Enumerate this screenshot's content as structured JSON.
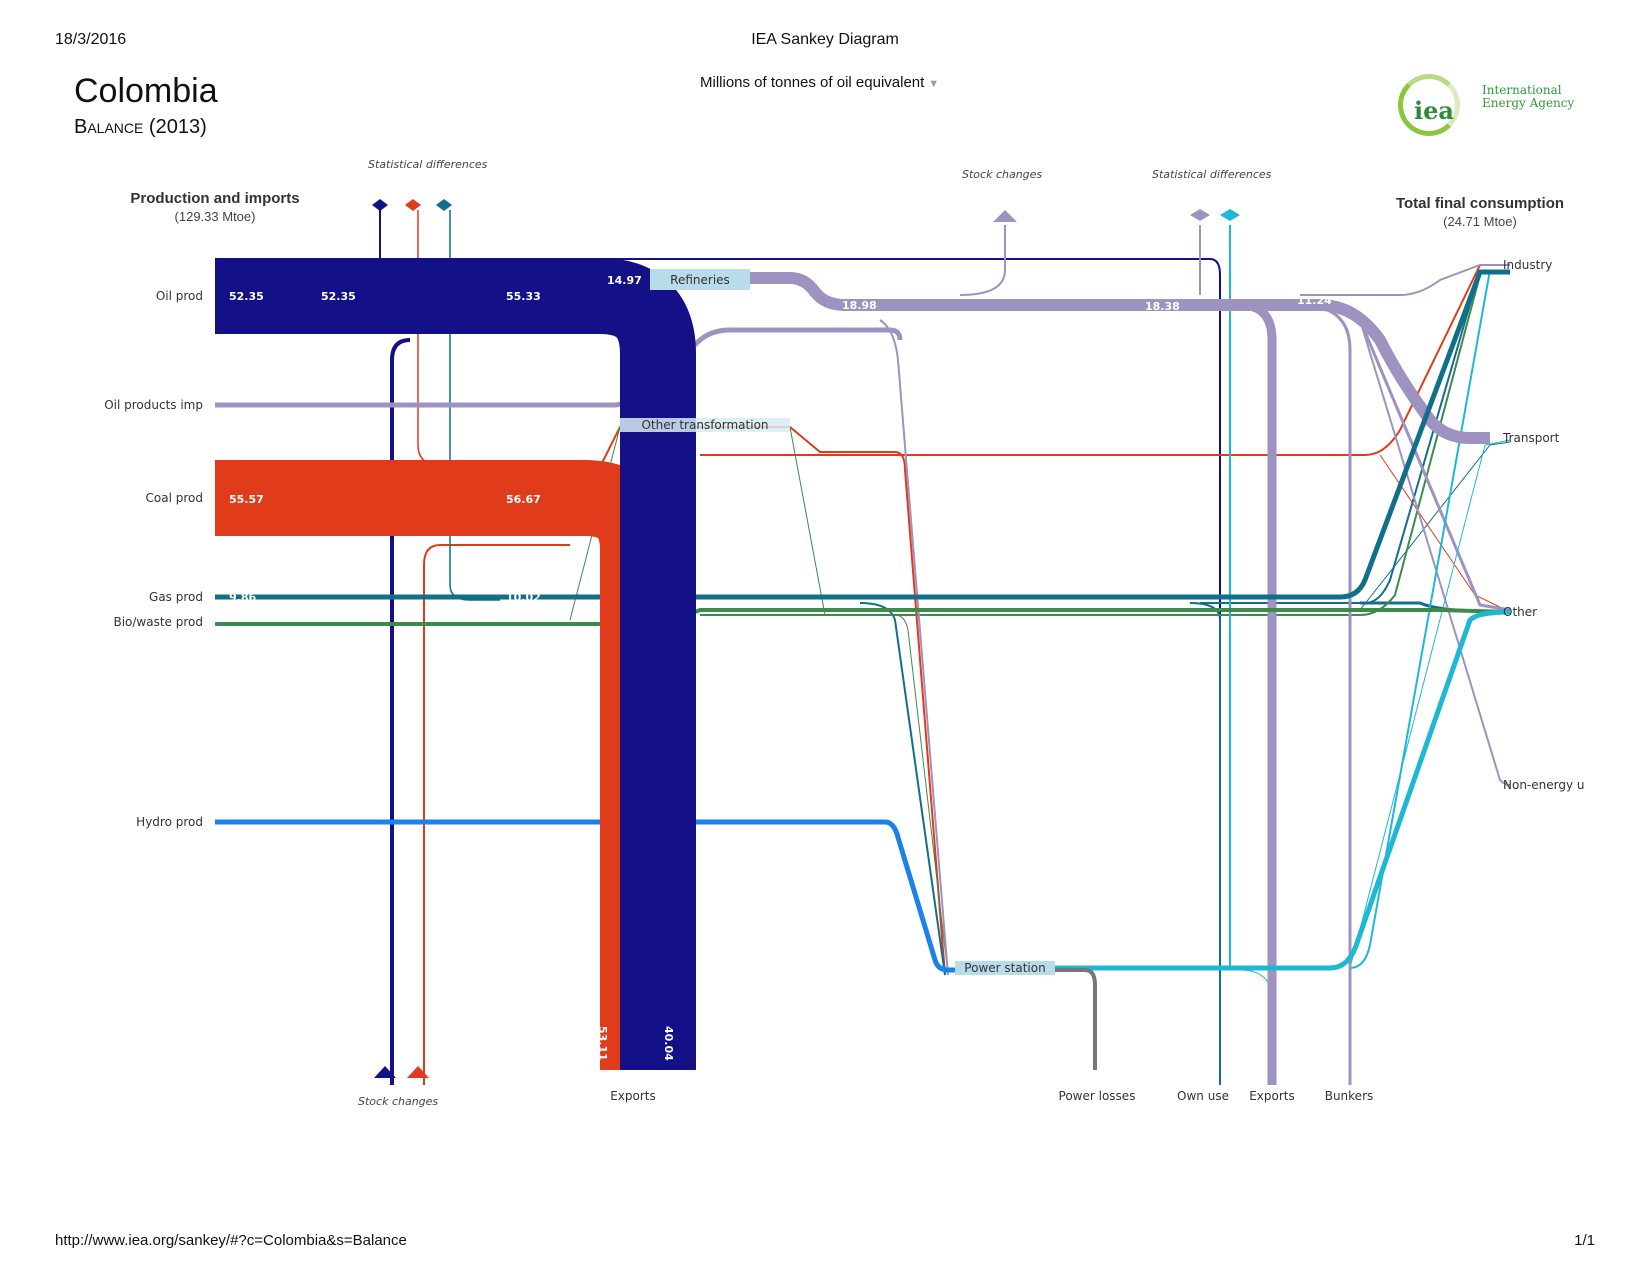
{
  "print_header": {
    "date": "18/3/2016",
    "title": "IEA Sankey Diagram"
  },
  "heading": {
    "country": "Colombia",
    "subtitle": "Balance (2013)"
  },
  "units_selector": {
    "label": "Millions of tonnes of oil equivalent"
  },
  "logo": {
    "mark_text": "iea",
    "agency_line1": "International",
    "agency_line2": "Energy Agency"
  },
  "footer": {
    "url": "http://www.iea.org/sankey/#?c=Colombia&s=Balance",
    "page": "1/1"
  },
  "colors": {
    "oil": "#131088",
    "oil_products": "#9d92c0",
    "coal": "#e03b1a",
    "gas": "#116f8a",
    "biowaste": "#3d8a4a",
    "hydro": "#1a82e8",
    "electricity": "#1fb8d4",
    "losses": "#777777",
    "process_box": "#b8dcea"
  },
  "diagram": {
    "left_group_title": "Production and imports",
    "left_group_total": "(129.33 Mtoe)",
    "right_group_title": "Total final consumption",
    "right_group_total": "(24.71 Mtoe)",
    "sources": {
      "oil_prod": "Oil prod",
      "oil_products_imp": "Oil products imp",
      "coal_prod": "Coal prod",
      "gas_prod": "Gas prod",
      "biowaste_prod": "Bio/waste prod",
      "hydro_prod": "Hydro prod"
    },
    "processes": {
      "refineries": "Refineries",
      "other_transformation": "Other transformation",
      "power_station": "Power station"
    },
    "sinks": {
      "industry": "Industry",
      "transport": "Transport",
      "other": "Other",
      "non_energy": "Non-energy u"
    },
    "bottom_labels": {
      "exports_primary": "Exports",
      "power_losses": "Power losses",
      "own_use": "Own use",
      "exports_secondary": "Exports",
      "bunkers": "Bunkers"
    },
    "annotations": {
      "stat_diff_left": "Statistical differences",
      "stat_diff_right": "Statistical differences",
      "stock_changes_top": "Stock  changes",
      "stock_changes_bottom": "Stock changes"
    },
    "values": {
      "oil_prod_a": "52.35",
      "oil_prod_b": "52.35",
      "oil_prod_c": "55.33",
      "oil_to_refineries": "14.97",
      "oil_products_1": "18.98",
      "oil_products_2": "18.38",
      "oil_products_3": "11.24",
      "coal_prod_a": "55.57",
      "coal_prod_b": "56.67",
      "gas_prod_a": "9.86",
      "gas_prod_b": "10.02",
      "coal_exports": "53.11",
      "oil_exports": "40.04"
    }
  }
}
